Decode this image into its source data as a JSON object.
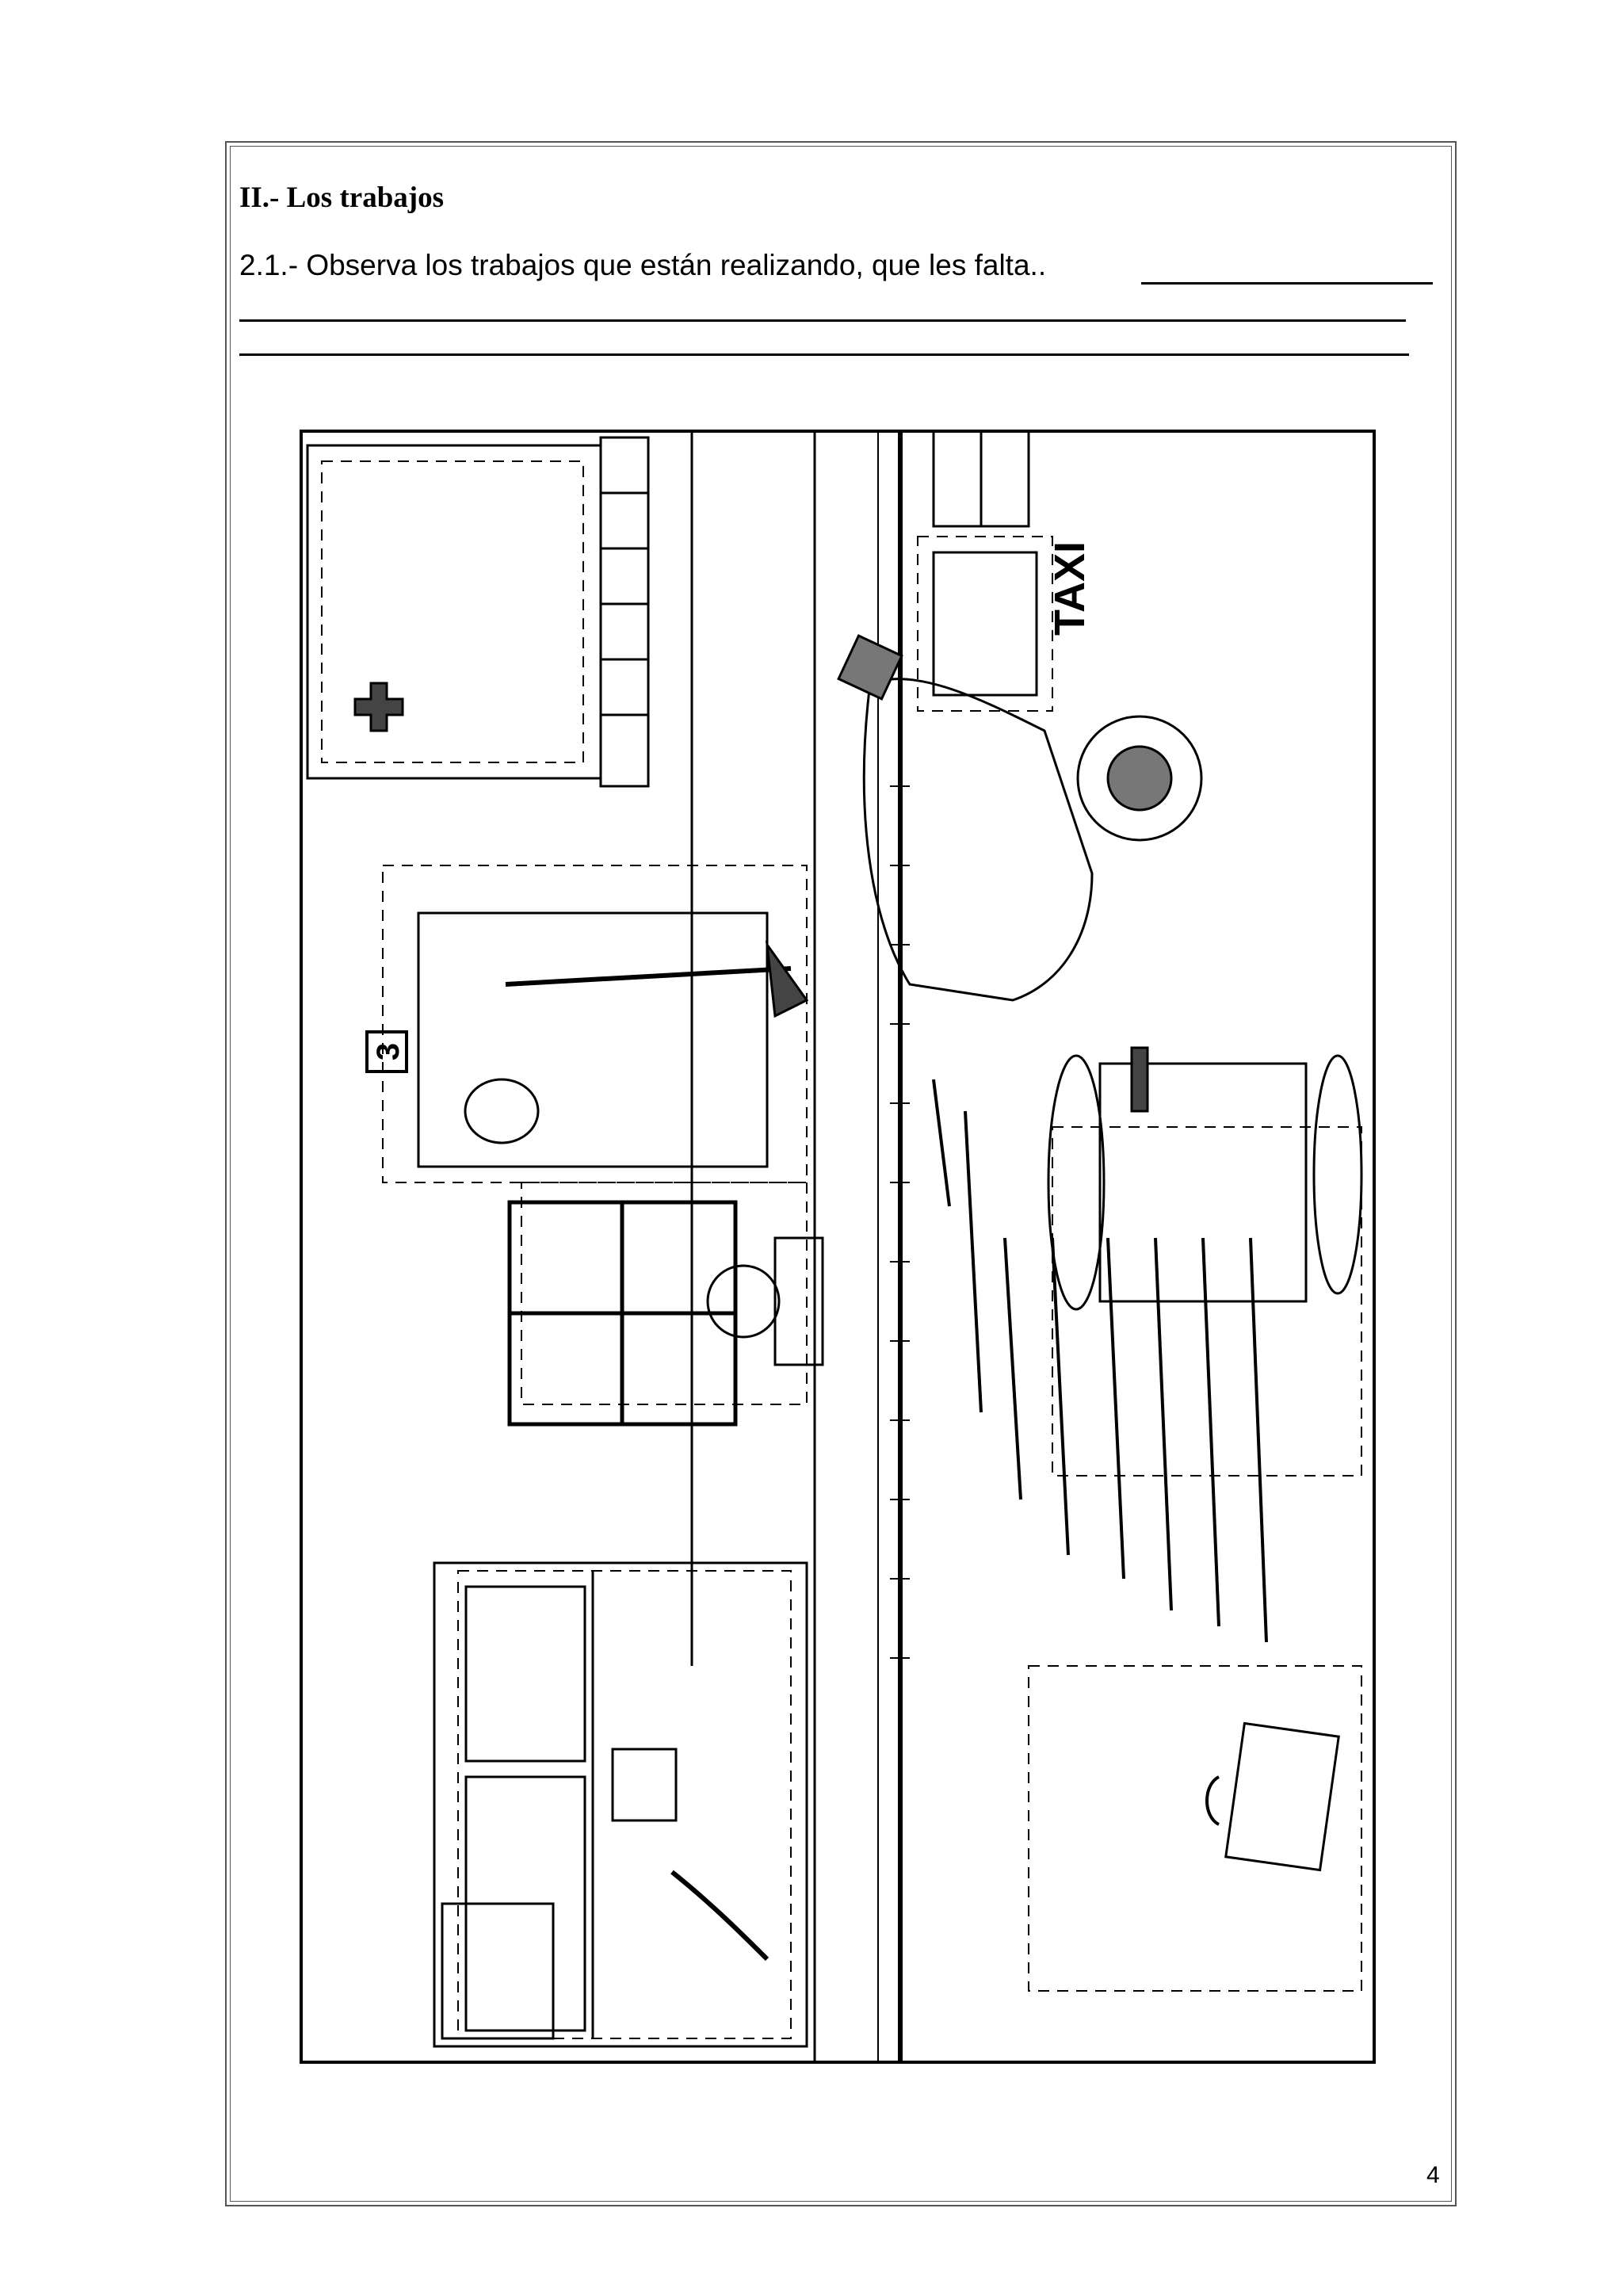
{
  "section": {
    "title": "II.-  Los trabajos"
  },
  "question": {
    "text": "2.1.- Observa los trabajos que están realizando, que les falta.."
  },
  "illustration": {
    "taxi_label": "TAXI",
    "house_number": "3"
  },
  "footer": {
    "page_number": "4"
  }
}
